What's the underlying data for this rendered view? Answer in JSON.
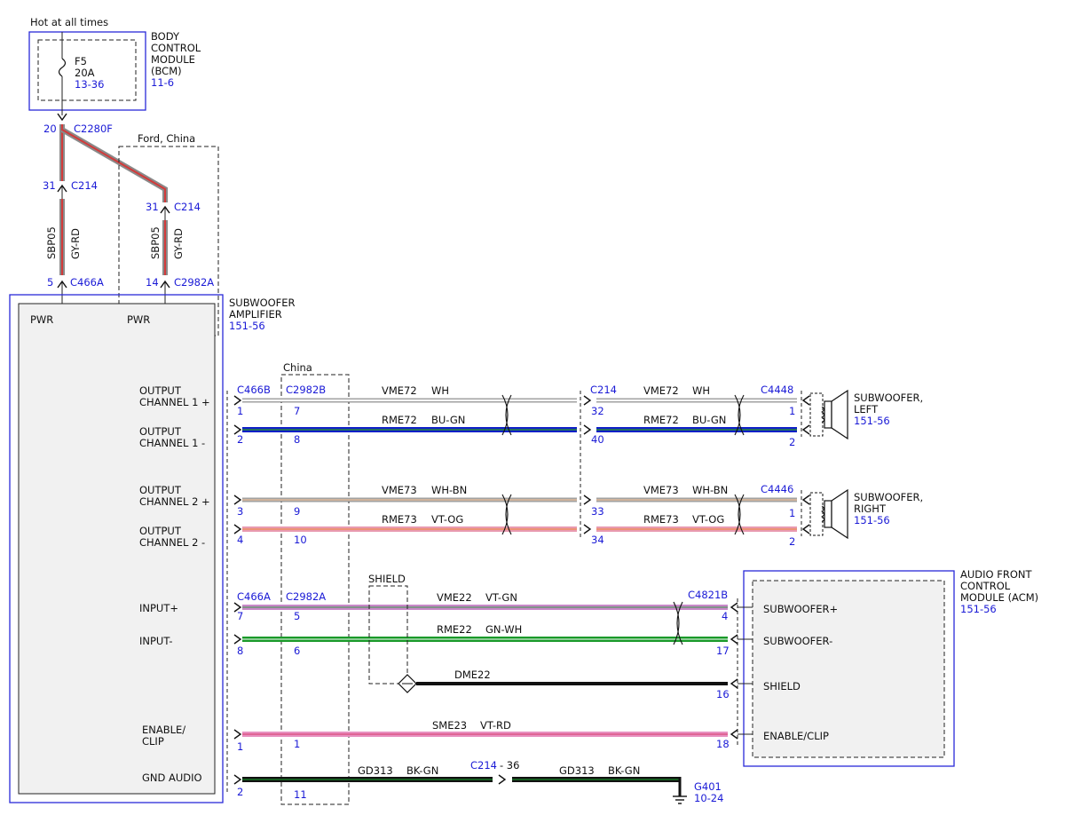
{
  "header": {
    "hot_label": "Hot at all times"
  },
  "bcm": {
    "title_lines": [
      "BODY",
      "CONTROL",
      "MODULE",
      "(BCM)"
    ],
    "ref": "11-6",
    "fuse_name": "F5",
    "fuse_rating": "20A",
    "fuse_ref": "13-36"
  },
  "upper_connectors": {
    "c2280f": {
      "pin": "20",
      "name": "C2280F"
    },
    "c214_left": {
      "pin": "31",
      "name": "C214"
    },
    "c214_right": {
      "pin": "31",
      "name": "C214"
    },
    "c466a_top": {
      "pin": "5",
      "name": "C466A"
    },
    "c2982a_top": {
      "pin": "14",
      "name": "C2982A"
    }
  },
  "variant_labels": {
    "ford_china": "Ford, China",
    "china": "China",
    "shield": "SHIELD"
  },
  "power_wires": [
    {
      "circuit": "SBP05",
      "color": "GY-RD"
    },
    {
      "circuit": "SBP05",
      "color": "GY-RD"
    }
  ],
  "subwoofer_amp": {
    "title_lines": [
      "SUBWOOFER",
      "AMPLIFIER"
    ],
    "ref": "151-56",
    "pwr_left": "PWR",
    "pwr_right": "PWR",
    "pins": [
      [
        "OUTPUT",
        "CHANNEL 1 +"
      ],
      [
        "OUTPUT",
        "CHANNEL 1 -"
      ],
      [
        "OUTPUT",
        "CHANNEL 2 +"
      ],
      [
        "OUTPUT",
        "CHANNEL 2 -"
      ],
      [
        "INPUT+"
      ],
      [
        "INPUT-"
      ],
      [
        "ENABLE/",
        "CLIP"
      ],
      [
        "GND AUDIO"
      ]
    ]
  },
  "connector_headers": {
    "c466b": "C466B",
    "c2982b": "C2982B",
    "c214_mid": "C214",
    "c4448": "C4448",
    "c4446": "C4446",
    "c466a": "C466A",
    "c2982a": "C2982A",
    "c4821b": "C4821B",
    "c214_gnd": "C214",
    "c214_gnd_pin": "- 36"
  },
  "wires": [
    {
      "id": "ch1p",
      "left_pin": "1",
      "alt_pin": "7",
      "circuit": "VME72",
      "color": "WH",
      "mid_pin": "32",
      "right_pin": "1",
      "right_circuit": "VME72",
      "right_color": "WH"
    },
    {
      "id": "ch1n",
      "left_pin": "2",
      "alt_pin": "8",
      "circuit": "RME72",
      "color": "BU-GN",
      "mid_pin": "40",
      "right_pin": "2",
      "right_circuit": "RME72",
      "right_color": "BU-GN"
    },
    {
      "id": "ch2p",
      "left_pin": "3",
      "alt_pin": "9",
      "circuit": "VME73",
      "color": "WH-BN",
      "mid_pin": "33",
      "right_pin": "1",
      "right_circuit": "VME73",
      "right_color": "WH-BN"
    },
    {
      "id": "ch2n",
      "left_pin": "4",
      "alt_pin": "10",
      "circuit": "RME73",
      "color": "VT-OG",
      "mid_pin": "34",
      "right_pin": "2",
      "right_circuit": "RME73",
      "right_color": "VT-OG"
    },
    {
      "id": "inp",
      "left_pin": "7",
      "alt_pin": "5",
      "circuit": "VME22",
      "color": "VT-GN",
      "right_pin": "4"
    },
    {
      "id": "inn",
      "left_pin": "8",
      "alt_pin": "6",
      "circuit": "RME22",
      "color": "GN-WH",
      "right_pin": "17"
    },
    {
      "id": "shield",
      "circuit": "DME22",
      "right_pin": "16"
    },
    {
      "id": "enable",
      "left_pin": "1",
      "alt_pin": "1",
      "circuit": "SME23",
      "color": "VT-RD",
      "right_pin": "18"
    },
    {
      "id": "gnd",
      "left_pin": "2",
      "alt_pin": "11",
      "circuit": "GD313",
      "color": "BK-GN",
      "right_circuit": "GD313",
      "right_color": "BK-GN"
    }
  ],
  "speakers": [
    {
      "title_lines": [
        "SUBWOOFER,",
        "LEFT"
      ],
      "ref": "151-56"
    },
    {
      "title_lines": [
        "SUBWOOFER,",
        "RIGHT"
      ],
      "ref": "151-56"
    }
  ],
  "acm": {
    "title_lines": [
      "AUDIO FRONT",
      "CONTROL",
      "MODULE (ACM)"
    ],
    "ref": "151-56",
    "pins": [
      "SUBWOOFER+",
      "SUBWOOFER-",
      "SHIELD",
      "ENABLE/CLIP"
    ]
  },
  "ground": {
    "name": "G401",
    "ref": "10-24"
  },
  "wire_colors": {
    "gy_rd_core": "#8a8a8a",
    "gy_rd_stripe": "#d23a3a",
    "wh": "#ffffff",
    "bu_gn_core": "#1020c8",
    "bu_gn_stripe": "#2a8a3a",
    "wh_bn_stripe": "#a06a3a",
    "vt_og_core": "#e89ab0",
    "vt_og_stripe": "#f08a3a",
    "vt_gn_core": "#c888c8",
    "vt_gn_stripe": "#3a9a4a",
    "gn_wh_core": "#1a9a2a",
    "gn_wh_stripe": "#ffffff",
    "vt_rd_core": "#e890c0",
    "vt_rd_stripe": "#d83a6a",
    "bk_gn_core": "#111111",
    "bk_gn_stripe": "#1a8a2a",
    "bk": "#111111",
    "label_blue": "#1a1ad6"
  }
}
